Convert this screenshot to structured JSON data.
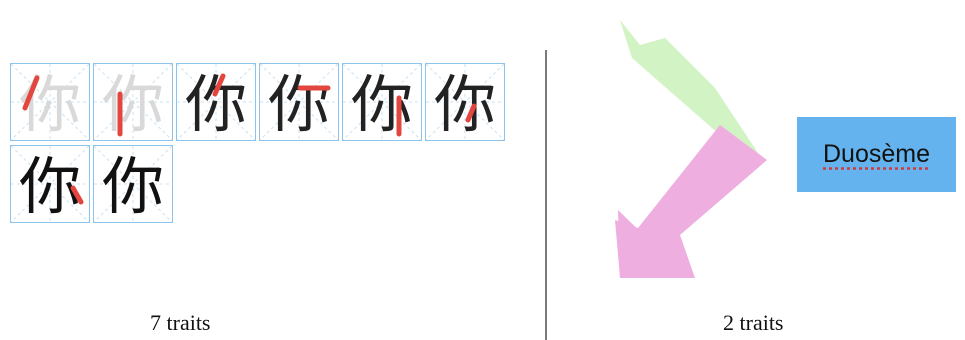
{
  "left_panel": {
    "character": "你",
    "stroke_count_label": "7 traits",
    "frames": [
      {
        "step": 1
      },
      {
        "step": 2
      },
      {
        "step": 3
      },
      {
        "step": 4
      },
      {
        "step": 5
      },
      {
        "step": 6
      },
      {
        "step": 7
      },
      {
        "step": 8
      }
    ]
  },
  "right_panel": {
    "stroke_count_label": "2 traits",
    "badge_text": "Duosème",
    "colors": {
      "arrow_green": "#d2f3c4",
      "arrow_pink": "#eeaee0",
      "badge_bg": "#64b3ee",
      "grid_line": "#8cc4ec",
      "highlight_stroke": "#e2463e"
    }
  }
}
